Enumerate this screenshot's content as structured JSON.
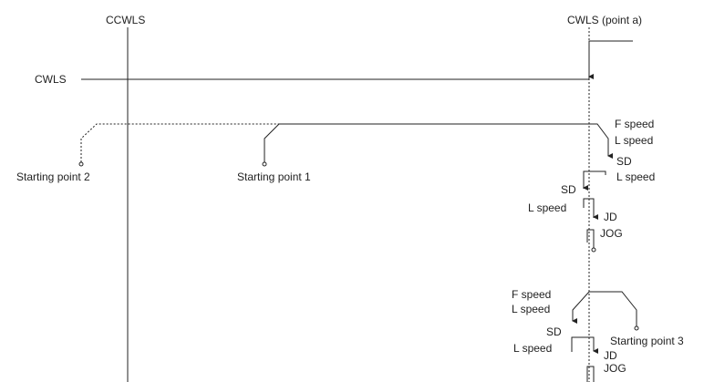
{
  "labels": {
    "ccwls_top": "CCWLS",
    "cwls_point_a": "CWLS (point a)",
    "cwls_signal": "CWLS",
    "starting_point_1": "Starting point 1",
    "starting_point_2": "Starting point 2",
    "starting_point_3": "Starting point 3",
    "path1_f_speed": "F speed",
    "path1_l_speed": "L speed",
    "path1_sd": "SD",
    "path1_l_speed_after_sd": "L speed",
    "path1_sd_back": "SD",
    "path1_l_speed_back": "L speed",
    "path1_jd": "JD",
    "path1_jog": "JOG",
    "path3_f_speed": "F speed",
    "path3_l_speed": "L speed",
    "path3_sd": "SD",
    "path3_l_speed_sd": "L speed",
    "path3_jd": "JD",
    "path3_jog": "JOG"
  }
}
